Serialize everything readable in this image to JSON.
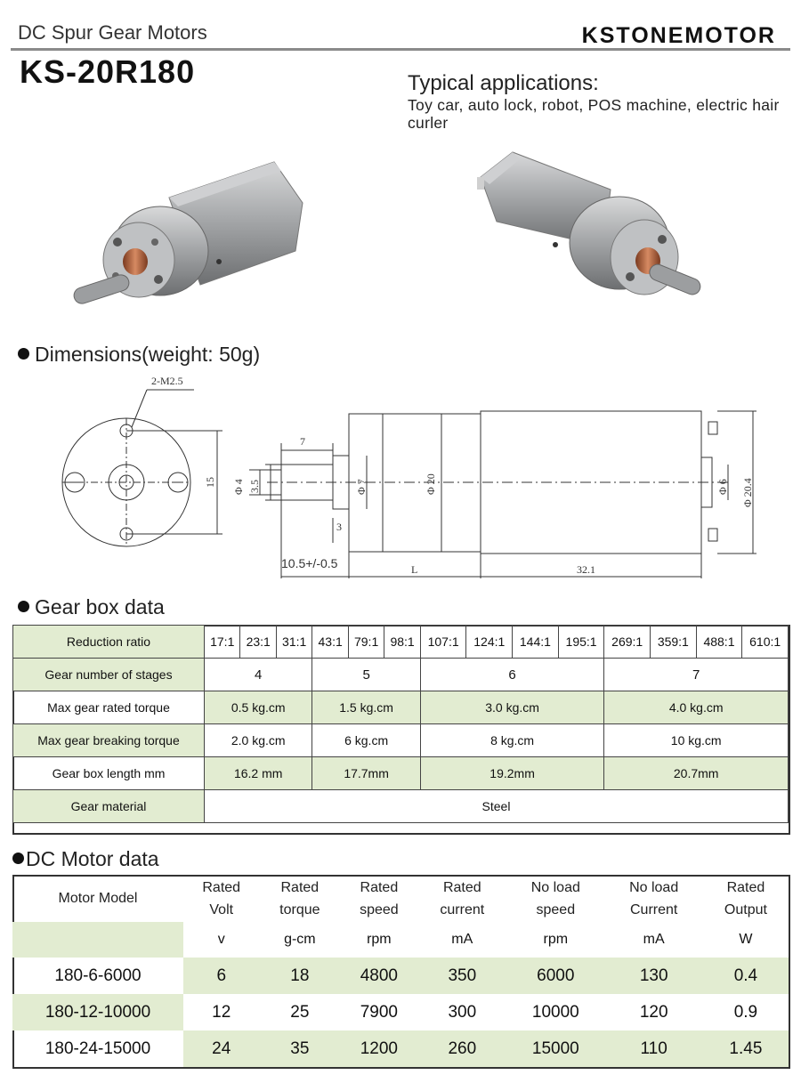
{
  "header": {
    "subtitle": "DC Spur Gear Motors",
    "brand": "KSTONEMOTOR",
    "model": "KS-20R180"
  },
  "applications": {
    "title": "Typical applications:",
    "text": "Toy car,  auto  lock, robot, POS machine, electric hair curler"
  },
  "dimensions": {
    "title": "Dimensions(weight: 50g)",
    "labels": {
      "m25": "2-M2.5",
      "d15": "15",
      "d7": "7",
      "phi4": "Φ 4",
      "d35": "3.5",
      "phi7": "Φ 7",
      "phi20": "Φ 20",
      "phi6": "Φ 6",
      "phi204": "Φ 20.4",
      "d3": "3",
      "d105": "10.5+/-0.5",
      "L": "L",
      "d321": "32.1"
    }
  },
  "gear_box": {
    "title": "Gear box data",
    "rows": {
      "ratio_label": "Reduction ratio",
      "ratios": [
        "17:1",
        "23:1",
        "31:1",
        "43:1",
        "79:1",
        "98:1",
        "107:1",
        "124:1",
        "144:1",
        "195:1",
        "269:1",
        "359:1",
        "488:1",
        "610:1"
      ],
      "stages_label": "Gear number of stages",
      "stages": [
        "4",
        "5",
        "6",
        "7"
      ],
      "rated_torque_label": "Max gear rated torque",
      "rated_torque": [
        "0.5 kg.cm",
        "1.5 kg.cm",
        "3.0 kg.cm",
        "4.0 kg.cm"
      ],
      "breaking_torque_label": "Max gear breaking torque",
      "breaking_torque": [
        "2.0 kg.cm",
        "6 kg.cm",
        "8 kg.cm",
        "10 kg.cm"
      ],
      "length_label": "Gear box length mm",
      "length": [
        "16.2 mm",
        "17.7mm",
        "19.2mm",
        "20.7mm"
      ],
      "material_label": "Gear material",
      "material": "Steel"
    }
  },
  "motor": {
    "title": "DC Motor data",
    "headers": [
      {
        "l1": "Motor Model",
        "l2": ""
      },
      {
        "l1": "Rated",
        "l2": "Volt"
      },
      {
        "l1": "Rated",
        "l2": "torque"
      },
      {
        "l1": "Rated",
        "l2": "speed"
      },
      {
        "l1": "Rated",
        "l2": "current"
      },
      {
        "l1": "No load",
        "l2": "speed"
      },
      {
        "l1": "No load",
        "l2": "Current"
      },
      {
        "l1": "Rated",
        "l2": "Output"
      }
    ],
    "units": [
      "",
      "v",
      "g-cm",
      "rpm",
      "mA",
      "rpm",
      "mA",
      "W"
    ],
    "rows": [
      [
        "180-6-6000",
        "6",
        "18",
        "4800",
        "350",
        "6000",
        "130",
        "0.4"
      ],
      [
        "180-12-10000",
        "12",
        "25",
        "7900",
        "300",
        "10000",
        "120",
        "0.9"
      ],
      [
        "180-24-15000",
        "24",
        "35",
        "1200",
        "260",
        "15000",
        "110",
        "1.45"
      ]
    ]
  },
  "colors": {
    "band_green": "#e2ecd1",
    "line_gray": "#8a8a8a",
    "copper": "#b5653e",
    "metal": "#a9abad"
  }
}
